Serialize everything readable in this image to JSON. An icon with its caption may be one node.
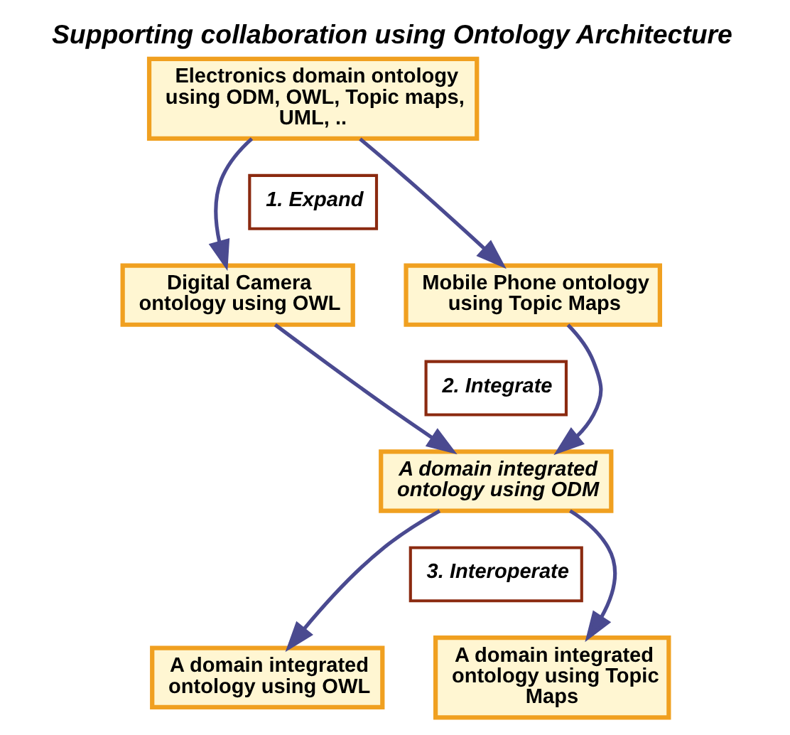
{
  "diagram": {
    "title": "Supporting collaboration using Ontology Architecture",
    "nodes": [
      {
        "text": [
          "Electronics domain ontology using ODM, OWL, Topic maps, UML, .."
        ]
      },
      {
        "text": [
          "1. Expand"
        ]
      },
      {
        "text": [
          "Digital Camera ontology using OWL"
        ]
      },
      {
        "text": [
          "Mobile Phone ontology using Topic Maps"
        ]
      },
      {
        "text": [
          "2. Integrate"
        ]
      },
      {
        "text": [
          "A domain integrated ontology using ODM"
        ]
      },
      {
        "text": [
          "3. Interoperate"
        ]
      },
      {
        "text": [
          "A domain integrated ontology using OWL"
        ]
      },
      {
        "text": [
          "A domain integrated ontology using Topic Maps"
        ]
      }
    ],
    "edges": [
      {
        "from": 0,
        "to": 2,
        "arrow": "to"
      },
      {
        "from": 0,
        "to": 3,
        "arrow": "to"
      },
      {
        "from": 2,
        "to": 5,
        "arrow": "to"
      },
      {
        "from": 3,
        "to": 5,
        "arrow": "to"
      },
      {
        "from": 5,
        "to": 7,
        "arrow": "to"
      },
      {
        "from": 5,
        "to": 8,
        "arrow": "to"
      }
    ]
  }
}
